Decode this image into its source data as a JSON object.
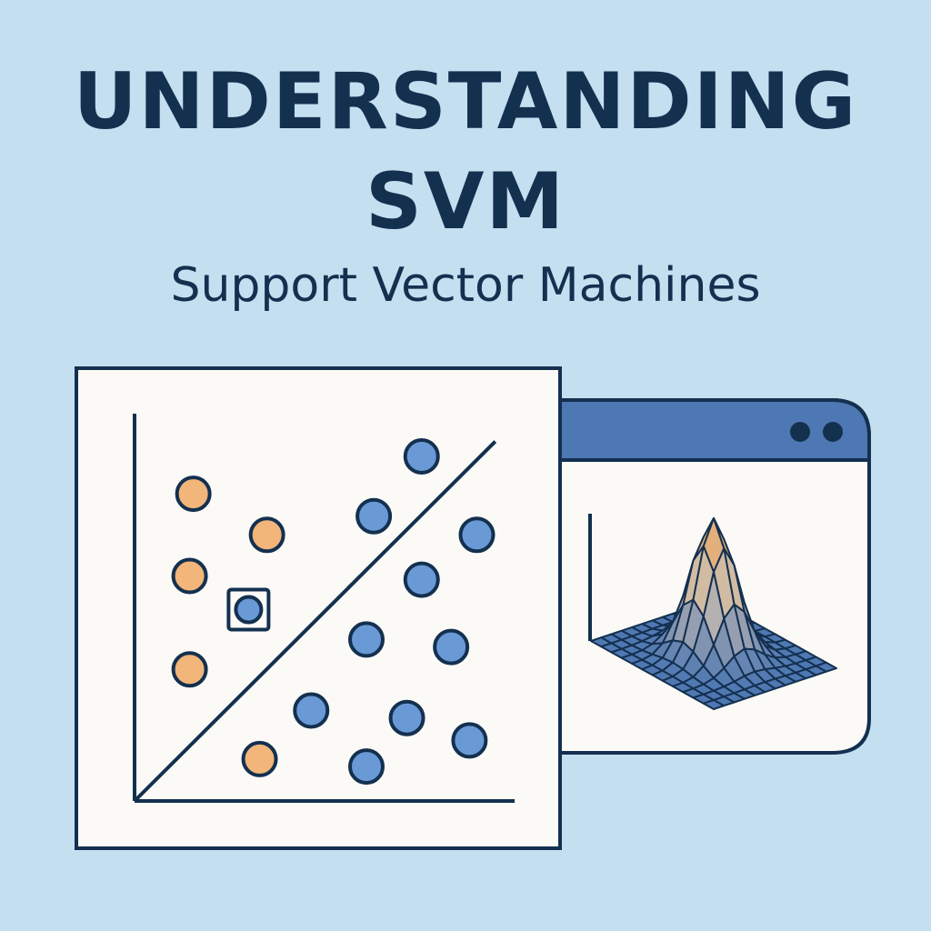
{
  "title": {
    "line1": "UNDERSTANDING",
    "line2": "SVM",
    "subtitle": "Support Vector Machines"
  },
  "colors": {
    "background": "#c4dff0",
    "ink": "#14304f",
    "orange_class": "#f2b57a",
    "blue_class": "#6a9ad6",
    "window_titlebar": "#4e78b3",
    "panel": "#fbfaf7"
  },
  "scatter": {
    "orange_points": [
      {
        "x": 1.3,
        "y": 8.1
      },
      {
        "x": 3.3,
        "y": 7.0
      },
      {
        "x": 1.2,
        "y": 5.9
      },
      {
        "x": 1.2,
        "y": 3.4
      },
      {
        "x": 3.1,
        "y": 1.0
      }
    ],
    "blue_points": [
      {
        "x": 7.5,
        "y": 9.1
      },
      {
        "x": 6.2,
        "y": 7.5
      },
      {
        "x": 9.0,
        "y": 7.0
      },
      {
        "x": 7.5,
        "y": 5.8
      },
      {
        "x": 6.0,
        "y": 4.2
      },
      {
        "x": 8.3,
        "y": 4.0
      },
      {
        "x": 4.5,
        "y": 2.3
      },
      {
        "x": 7.1,
        "y": 2.1
      },
      {
        "x": 8.8,
        "y": 1.5
      },
      {
        "x": 6.0,
        "y": 0.8
      }
    ],
    "support_vector": {
      "x": 2.8,
      "y": 5.0
    },
    "decision_boundary": {
      "x1": 0,
      "y1": 0,
      "x2": 9.5,
      "y2": 9.5
    },
    "xlim": [
      0,
      10
    ],
    "ylim": [
      0,
      10
    ]
  },
  "window": {
    "controls": [
      "dot-icon",
      "dot-icon"
    ],
    "plot": "3d-gaussian-surface-icon"
  }
}
